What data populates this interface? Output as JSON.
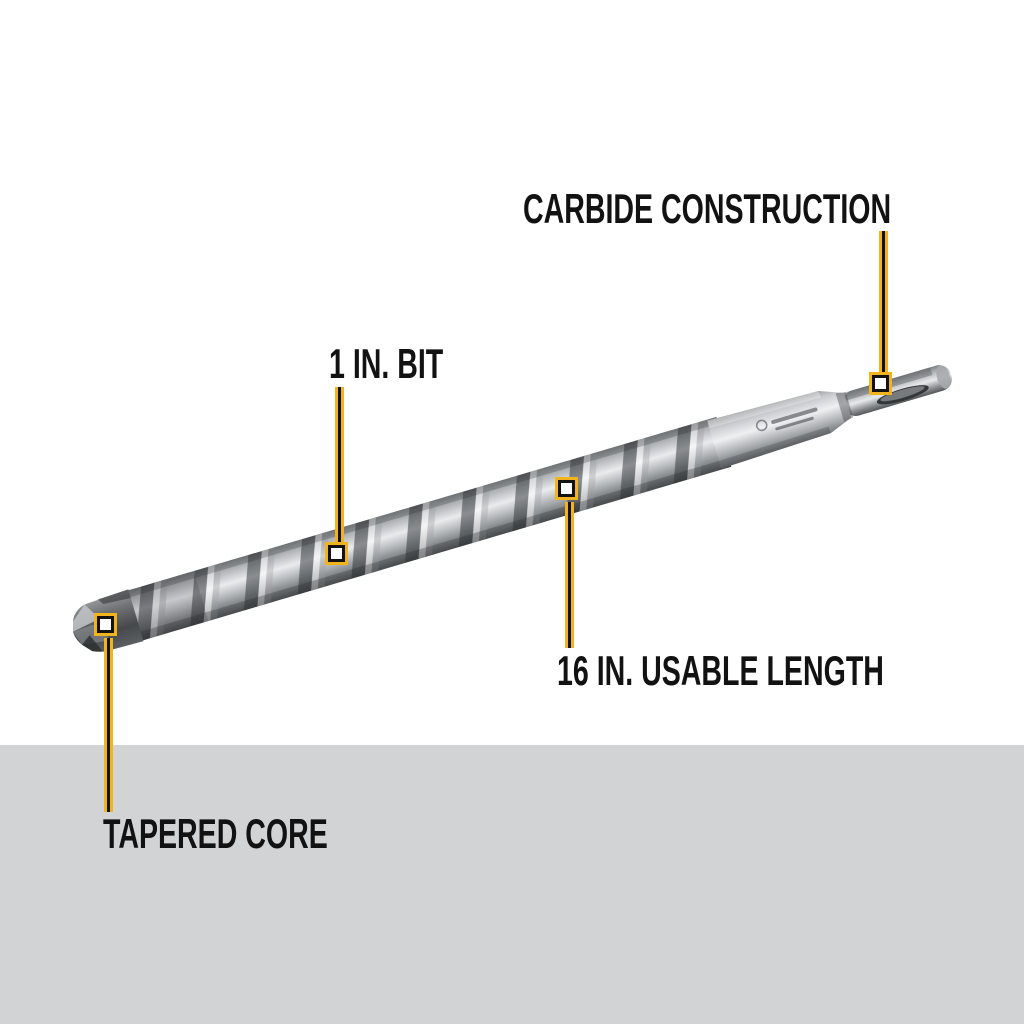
{
  "image": {
    "type": "product-feature-callout-image",
    "subject": "spiral masonry drill bit with SDS-plus shank"
  },
  "colors": {
    "accent_yellow": "#F1B31E",
    "label_text": "#121212",
    "background_upper": "#FFFFFF",
    "background_lower": "#D2D3D5"
  },
  "callouts": [
    {
      "id": "carbide-construction",
      "label": "CARBIDE CONSTRUCTION",
      "marker": "square-marker",
      "points_to": "shank"
    },
    {
      "id": "bit-diameter",
      "label": "1 IN. BIT",
      "marker": "square-marker",
      "points_to": "flutes"
    },
    {
      "id": "usable-length",
      "label": "16 IN. USABLE LENGTH",
      "marker": "square-marker",
      "points_to": "flutes"
    },
    {
      "id": "tapered-core",
      "label": "TAPERED CORE",
      "marker": "square-marker",
      "points_to": "tip"
    }
  ]
}
